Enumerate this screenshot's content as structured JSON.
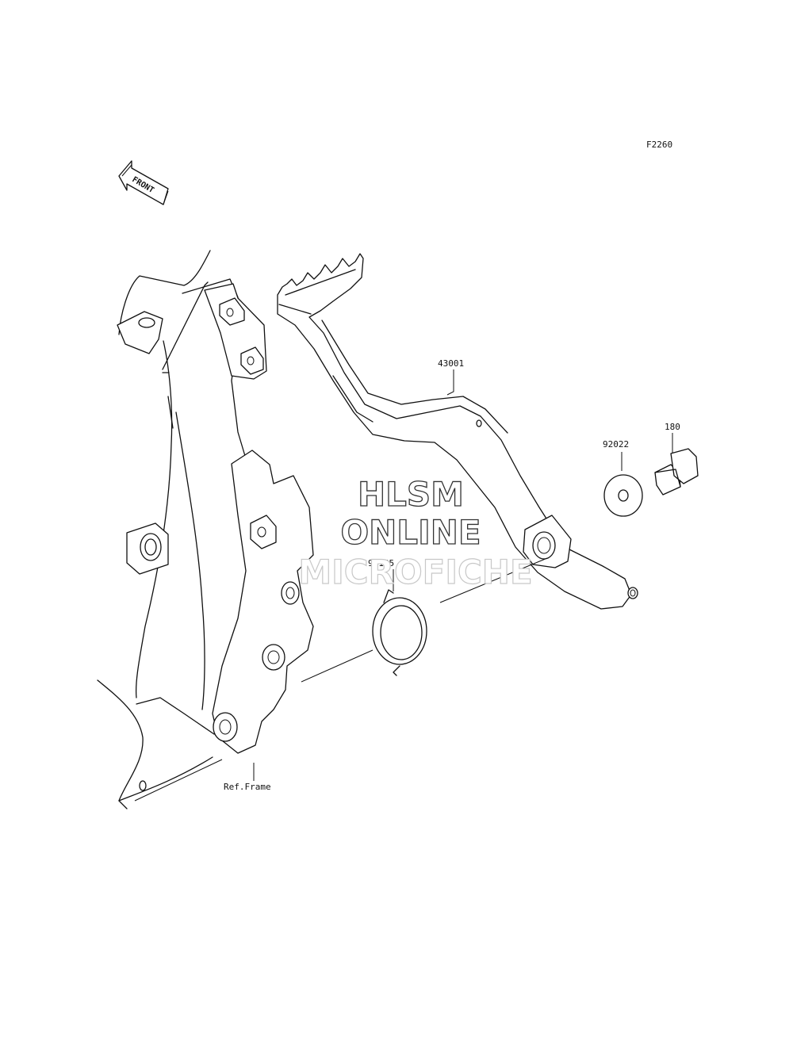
{
  "figure_code": "F2260",
  "front_indicator": "FRONT",
  "watermark": {
    "line1": "HLSM",
    "line2": "ONLINE",
    "line3": "MICROFICHE"
  },
  "callouts": {
    "pedal": "43001",
    "washer": "92022",
    "bolt": "180",
    "spring": "92145",
    "frame": "Ref.Frame"
  }
}
